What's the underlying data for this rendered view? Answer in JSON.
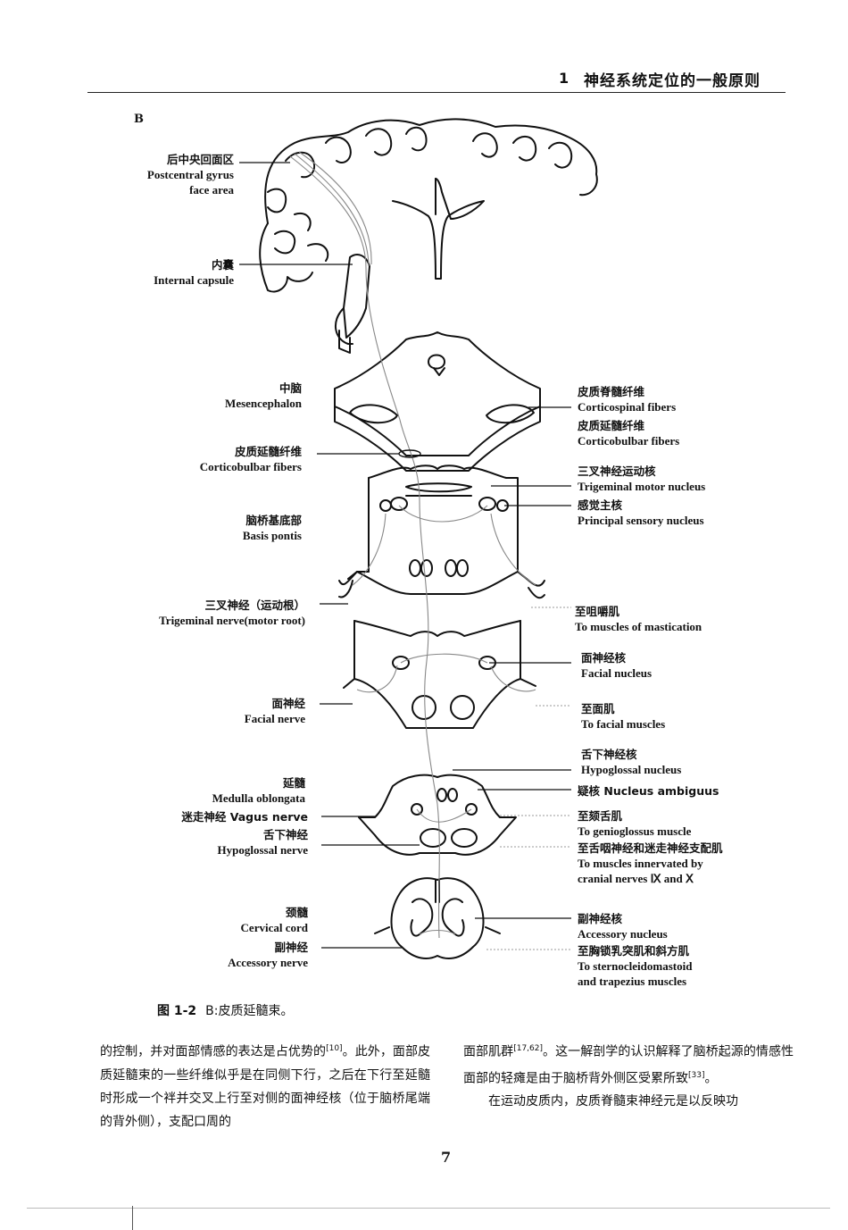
{
  "header": {
    "chapter_number": "1",
    "chapter_title": "神经系统定位的一般原则"
  },
  "panel_label": "B",
  "labels_left": {
    "postcentral_zh": "后中央回面区",
    "postcentral_en1": "Postcentral gyrus",
    "postcentral_en2": "face area",
    "capsule_zh": "内囊",
    "capsule_en": "Internal capsule",
    "mesen_zh": "中脑",
    "mesen_en": "Mesencephalon",
    "cortbulb_zh": "皮质延髓纤维",
    "cortbulb_en": "Corticobulbar fibers",
    "pontis_zh": "脑桥基底部",
    "pontis_en": "Basis pontis",
    "trig_zh": "三叉神经（运动根）",
    "trig_en": "Trigeminal nerve(motor root)",
    "facialnerve_zh": "面神经",
    "facialnerve_en": "Facial nerve",
    "medulla_zh": "延髓",
    "medulla_en": "Medulla oblongata",
    "vagus": "迷走神经 Vagus nerve",
    "hypo_zh": "舌下神经",
    "hypo_en": "Hypoglossal nerve",
    "cervical_zh": "颈髓",
    "cervical_en": "Cervical cord",
    "access_zh": "副神经",
    "access_en": "Accessory nerve"
  },
  "labels_right": {
    "cortspinal_zh": "皮质脊髓纤维",
    "cortspinal_en": "Corticospinal fibers",
    "cortbulb_zh": "皮质延髓纤维",
    "cortbulb_en": "Corticobulbar fibers",
    "trigmotor_zh": "三叉神经运动核",
    "trigmotor_en": "Trigeminal motor nucleus",
    "sensory_zh": "感觉主核",
    "sensory_en": "Principal sensory nucleus",
    "mastic_zh": "至咀嚼肌",
    "mastic_en": "To muscles of mastication",
    "facialnuc_zh": "面神经核",
    "facialnuc_en": "Facial nucleus",
    "facialmus_zh": "至面肌",
    "facialmus_en": "To facial muscles",
    "hyponuc_zh": "舌下神经核",
    "hyponuc_en": "Hypoglossal nucleus",
    "ambiguus": "疑核 Nucleus ambiguus",
    "genio_zh": "至颏舌肌",
    "genio_en": "To genioglossus muscle",
    "cn9_zh": "至舌咽神经和迷走神经支配肌",
    "cn9_en1": "To muscles innervated by",
    "cn9_en2": "cranial nerves Ⅸ and Ⅹ",
    "accnuc_zh": "副神经核",
    "accnuc_en": "Accessory nucleus",
    "scm_zh": "至胸锁乳突肌和斜方肌",
    "scm_en1": "To sternocleidomastoid",
    "scm_en2": "and trapezius muscles"
  },
  "caption": {
    "number": "图 1-2",
    "text": "B:皮质延髓束。"
  },
  "body": {
    "left_p1": "的控制，并对面部情感的表达是占优势的",
    "left_ref1": "[10]",
    "left_p2": "。此外，面部皮质延髓束的一些纤维似乎是在同侧下行，之后在下行至延髓时形成一个袢并交叉上行至对侧的面神经核（位于脑桥尾端的背外侧），支配口周的",
    "right_p1a": "面部肌群",
    "right_ref1": "[17,62]",
    "right_p1b": "。这一解剖学的认识解释了脑桥起源的情感性面部的轻瘫是由于脑桥背外侧区受累所致",
    "right_ref2": "[33]",
    "right_p1c": "。",
    "right_p2": "　　在运动皮质内，皮质脊髓束神经元是以反映功"
  },
  "page_number": "7"
}
